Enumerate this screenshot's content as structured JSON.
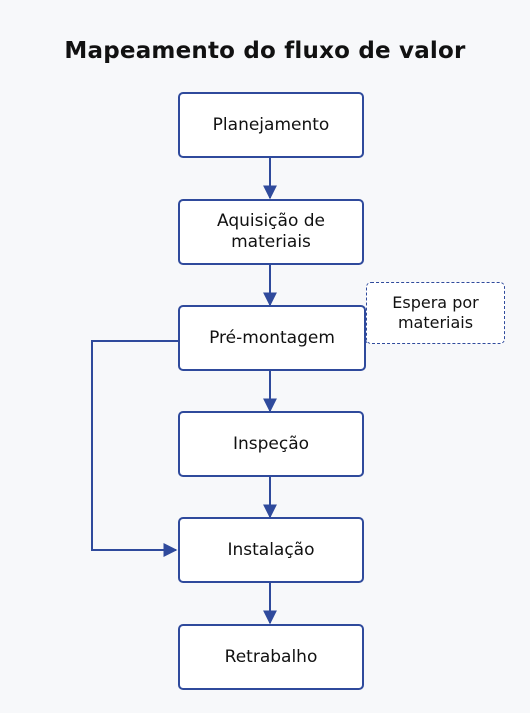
{
  "title": "Mapeamento do fluxo de valor",
  "steps": [
    {
      "label": "Planejamento"
    },
    {
      "label": "Aquisição de materiais"
    },
    {
      "label": "Pré-montagem"
    },
    {
      "label": "Inspeção"
    },
    {
      "label": "Instalação"
    },
    {
      "label": "Retrabalho"
    }
  ],
  "note": {
    "label": "Espera por materiais"
  },
  "colors": {
    "stroke": "#2f4a9c",
    "background": "#f7f8fa",
    "box_fill": "#ffffff"
  }
}
